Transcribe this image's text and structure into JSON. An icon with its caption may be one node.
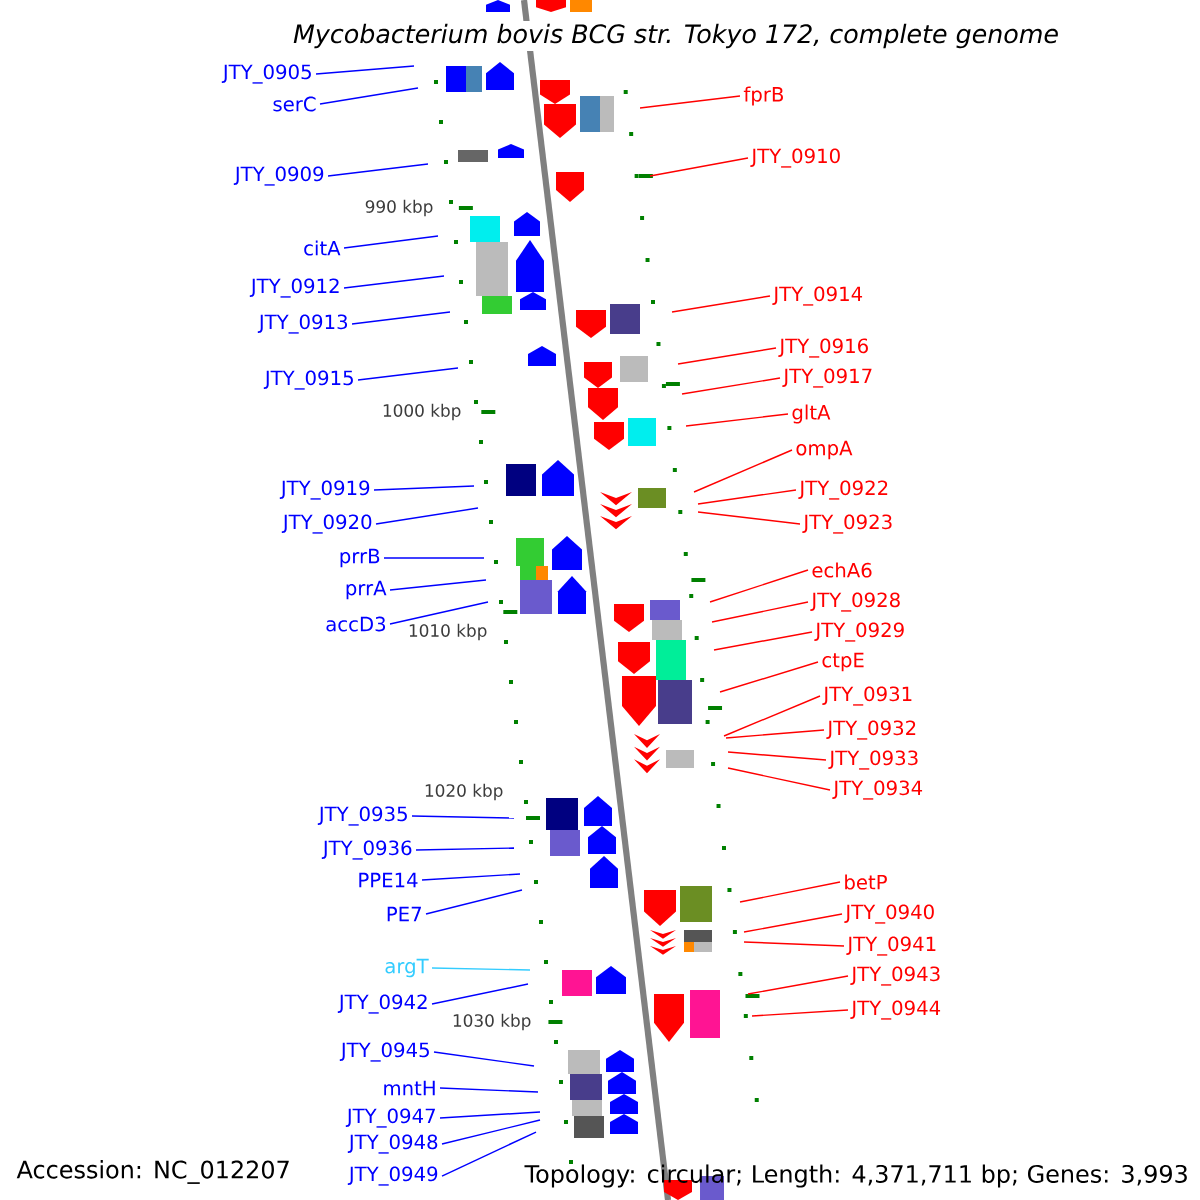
{
  "diagram": {
    "title": "Mycobacterium bovis BCG str. Tokyo 172, complete genome",
    "nodes": [
      {
        "text": [
          "JTY_0905"
        ]
      },
      {
        "text": [
          "serC"
        ]
      },
      {
        "text": [
          "JTY_0909"
        ]
      },
      {
        "text": [
          "citA"
        ]
      },
      {
        "text": [
          "JTY_0912"
        ]
      },
      {
        "text": [
          "JTY_0913"
        ]
      },
      {
        "text": [
          "JTY_0915"
        ]
      },
      {
        "text": [
          "JTY_0919"
        ]
      },
      {
        "text": [
          "JTY_0920"
        ]
      },
      {
        "text": [
          "prrB"
        ]
      },
      {
        "text": [
          "prrA"
        ]
      },
      {
        "text": [
          "accD3"
        ]
      },
      {
        "text": [
          "JTY_0935"
        ]
      },
      {
        "text": [
          "JTY_0936"
        ]
      },
      {
        "text": [
          "PPE14"
        ]
      },
      {
        "text": [
          "PE7"
        ]
      },
      {
        "text": [
          "argT"
        ]
      },
      {
        "text": [
          "JTY_0942"
        ]
      },
      {
        "text": [
          "JTY_0945"
        ]
      },
      {
        "text": [
          "mntH"
        ]
      },
      {
        "text": [
          "JTY_0947"
        ]
      },
      {
        "text": [
          "JTY_0948"
        ]
      },
      {
        "text": [
          "JTY_0949"
        ]
      },
      {
        "text": [
          "fprB"
        ]
      },
      {
        "text": [
          "JTY_0910"
        ]
      },
      {
        "text": [
          "JTY_0914"
        ]
      },
      {
        "text": [
          "JTY_0916"
        ]
      },
      {
        "text": [
          "JTY_0917"
        ]
      },
      {
        "text": [
          "gltA"
        ]
      },
      {
        "text": [
          "ompA"
        ]
      },
      {
        "text": [
          "JTY_0922"
        ]
      },
      {
        "text": [
          "JTY_0923"
        ]
      },
      {
        "text": [
          "echA6"
        ]
      },
      {
        "text": [
          "JTY_0928"
        ]
      },
      {
        "text": [
          "JTY_0929"
        ]
      },
      {
        "text": [
          "ctpE"
        ]
      },
      {
        "text": [
          "JTY_0931"
        ]
      },
      {
        "text": [
          "JTY_0932"
        ]
      },
      {
        "text": [
          "JTY_0933"
        ]
      },
      {
        "text": [
          "JTY_0934"
        ]
      },
      {
        "text": [
          "betP"
        ]
      },
      {
        "text": [
          "JTY_0940"
        ]
      },
      {
        "text": [
          "JTY_0941"
        ]
      },
      {
        "text": [
          "JTY_0943"
        ]
      },
      {
        "text": [
          "JTY_0944"
        ]
      }
    ],
    "edges": [
      {
        "from": 0,
        "to": null,
        "arrow": "none",
        "color": "#0000ff"
      },
      {
        "from": 1,
        "to": null,
        "arrow": "none",
        "color": "#0000ff"
      },
      {
        "from": 2,
        "to": null,
        "arrow": "none",
        "color": "#0000ff"
      },
      {
        "from": 3,
        "to": null,
        "arrow": "none",
        "color": "#0000ff"
      },
      {
        "from": 4,
        "to": null,
        "arrow": "none",
        "color": "#0000ff"
      },
      {
        "from": 5,
        "to": null,
        "arrow": "none",
        "color": "#0000ff"
      },
      {
        "from": 6,
        "to": null,
        "arrow": "none",
        "color": "#0000ff"
      },
      {
        "from": 7,
        "to": null,
        "arrow": "none",
        "color": "#0000ff"
      },
      {
        "from": 8,
        "to": null,
        "arrow": "none",
        "color": "#0000ff"
      },
      {
        "from": 9,
        "to": null,
        "arrow": "none",
        "color": "#0000ff"
      },
      {
        "from": 10,
        "to": null,
        "arrow": "none",
        "color": "#0000ff"
      },
      {
        "from": 11,
        "to": null,
        "arrow": "none",
        "color": "#0000ff"
      },
      {
        "from": 12,
        "to": null,
        "arrow": "none",
        "color": "#0000ff"
      },
      {
        "from": 13,
        "to": null,
        "arrow": "none",
        "color": "#0000ff"
      },
      {
        "from": 14,
        "to": null,
        "arrow": "none",
        "color": "#0000ff"
      },
      {
        "from": 15,
        "to": null,
        "arrow": "none",
        "color": "#0000ff"
      },
      {
        "from": 16,
        "to": null,
        "arrow": "none",
        "color": "#33ccff"
      },
      {
        "from": 17,
        "to": null,
        "arrow": "none",
        "color": "#0000ff"
      },
      {
        "from": 18,
        "to": null,
        "arrow": "none",
        "color": "#0000ff"
      },
      {
        "from": 19,
        "to": null,
        "arrow": "none",
        "color": "#0000ff"
      },
      {
        "from": 20,
        "to": null,
        "arrow": "none",
        "color": "#0000ff"
      },
      {
        "from": 21,
        "to": null,
        "arrow": "none",
        "color": "#0000ff"
      },
      {
        "from": 22,
        "to": null,
        "arrow": "none",
        "color": "#0000ff"
      },
      {
        "from": 23,
        "to": null,
        "arrow": "none",
        "color": "#ff0000"
      },
      {
        "from": 24,
        "to": null,
        "arrow": "none",
        "color": "#ff0000"
      },
      {
        "from": 25,
        "to": null,
        "arrow": "none",
        "color": "#ff0000"
      },
      {
        "from": 26,
        "to": null,
        "arrow": "none",
        "color": "#ff0000"
      },
      {
        "from": 27,
        "to": null,
        "arrow": "none",
        "color": "#ff0000"
      },
      {
        "from": 28,
        "to": null,
        "arrow": "none",
        "color": "#ff0000"
      },
      {
        "from": 29,
        "to": null,
        "arrow": "none",
        "color": "#ff0000"
      },
      {
        "from": 30,
        "to": null,
        "arrow": "none",
        "color": "#ff0000"
      },
      {
        "from": 31,
        "to": null,
        "arrow": "none",
        "color": "#ff0000"
      },
      {
        "from": 32,
        "to": null,
        "arrow": "none",
        "color": "#ff0000"
      },
      {
        "from": 33,
        "to": null,
        "arrow": "none",
        "color": "#ff0000"
      },
      {
        "from": 34,
        "to": null,
        "arrow": "none",
        "color": "#ff0000"
      },
      {
        "from": 35,
        "to": null,
        "arrow": "none",
        "color": "#ff0000"
      },
      {
        "from": 36,
        "to": null,
        "arrow": "none",
        "color": "#ff0000"
      },
      {
        "from": 37,
        "to": null,
        "arrow": "none",
        "color": "#ff0000"
      },
      {
        "from": 38,
        "to": null,
        "arrow": "none",
        "color": "#ff0000"
      },
      {
        "from": 39,
        "to": null,
        "arrow": "none",
        "color": "#ff0000"
      },
      {
        "from": 40,
        "to": null,
        "arrow": "none",
        "color": "#ff0000"
      },
      {
        "from": 41,
        "to": null,
        "arrow": "none",
        "color": "#ff0000"
      },
      {
        "from": 42,
        "to": null,
        "arrow": "none",
        "color": "#ff0000"
      },
      {
        "from": 43,
        "to": null,
        "arrow": "none",
        "color": "#ff0000"
      },
      {
        "from": 44,
        "to": null,
        "arrow": "none",
        "color": "#ff0000"
      }
    ],
    "labels": [
      "990 kbp",
      "1000 kbp",
      "1010 kbp",
      "1020 kbp",
      "1030 kbp",
      "Accession: NC_012207",
      "Topology: circular; Length: 4,371,711 bp; Genes: 3,993"
    ]
  }
}
